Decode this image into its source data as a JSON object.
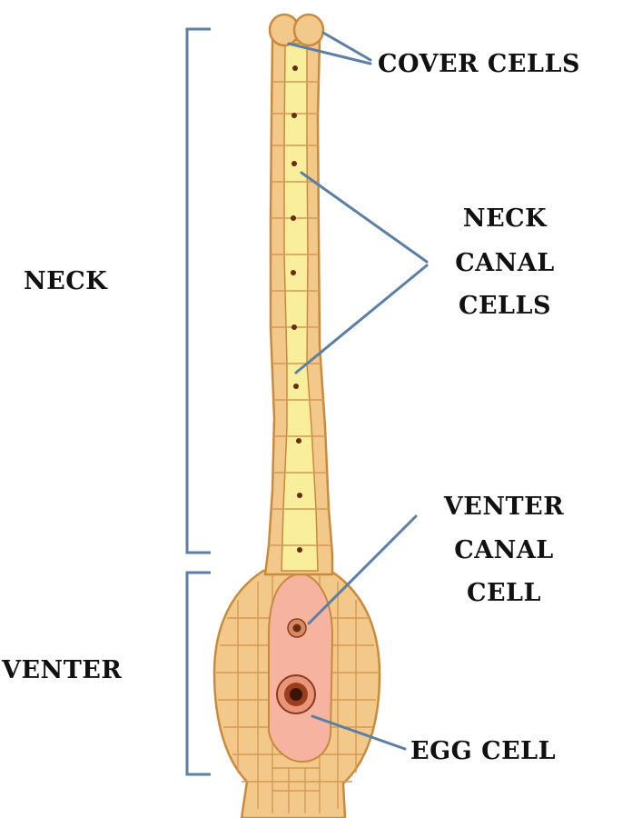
{
  "labels": {
    "cover_cells": "COVER CELLS",
    "neck_canal_line1": "NECK",
    "neck_canal_line2": "CANAL",
    "neck_canal_line3": "CELLS",
    "venter_canal_line1": "VENTER",
    "venter_canal_line2": "CANAL",
    "venter_canal_line3": "CELL",
    "egg_cell": "EGG CELL",
    "neck": "NECK",
    "venter": "VENTER"
  },
  "colors": {
    "cell_fill": "#F2C98A",
    "cell_wall": "#C98A3E",
    "canal_fill": "#F8EE9C",
    "venter_cavity": "#F6B3A0",
    "nucleus": "#6B2A12",
    "egg_nucleus": "#3A1408",
    "pointer_line": "#5B7FA6",
    "bracket": "#5B7FA6",
    "text": "#111111"
  }
}
